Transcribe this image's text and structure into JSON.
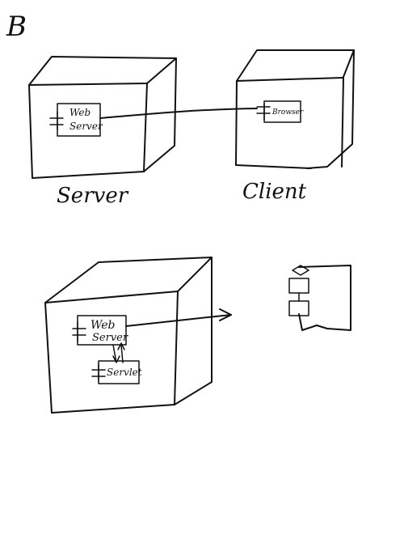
{
  "page": {
    "letter": "B"
  },
  "diagram_top": {
    "server_node_label": "Server",
    "client_node_label": "Client",
    "web_server_component": [
      "Web",
      "Server"
    ],
    "browser_component": "Browser"
  },
  "diagram_bottom": {
    "web_server_component": [
      "Web",
      "Server"
    ],
    "servlet_component": "Servlet"
  }
}
